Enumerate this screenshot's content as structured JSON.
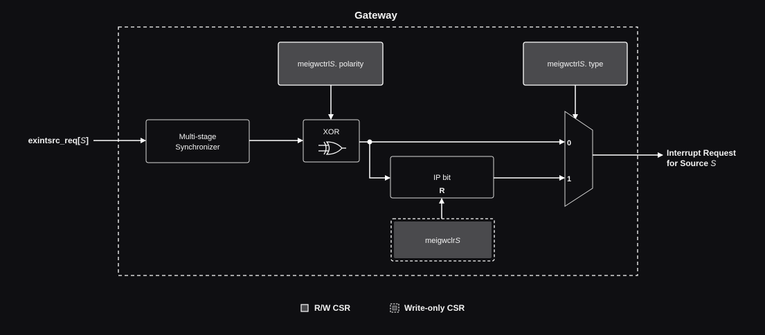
{
  "title": "Gateway",
  "input": {
    "prefix": "exintsrc_req[",
    "var": "S",
    "suffix": "]"
  },
  "blocks": {
    "synchronizer": {
      "line1": "Multi-stage",
      "line2": "Synchronizer"
    },
    "xor": {
      "label": "XOR"
    },
    "ip_bit": {
      "label": "IP bit",
      "reset": "R"
    },
    "polarity_csr": {
      "prefix": "meigwctrl",
      "var": "S",
      "suffix": ". polarity"
    },
    "type_csr": {
      "prefix": "meigwctrl",
      "var": "S",
      "suffix": ". type"
    },
    "clear_csr": {
      "prefix": "meigwclr",
      "var": "S",
      "suffix": ""
    }
  },
  "mux": {
    "input0": "0",
    "input1": "1"
  },
  "output": {
    "line1": "Interrupt Request",
    "line2_prefix": "for Source ",
    "line2_var": "S"
  },
  "legend": {
    "rw": "R/W CSR",
    "wo": "Write-only CSR"
  },
  "colors": {
    "background": "#0f0f12",
    "line": "#ffffff",
    "csr_fill": "#4a4a4d",
    "block_fill": "#0f0f12"
  }
}
